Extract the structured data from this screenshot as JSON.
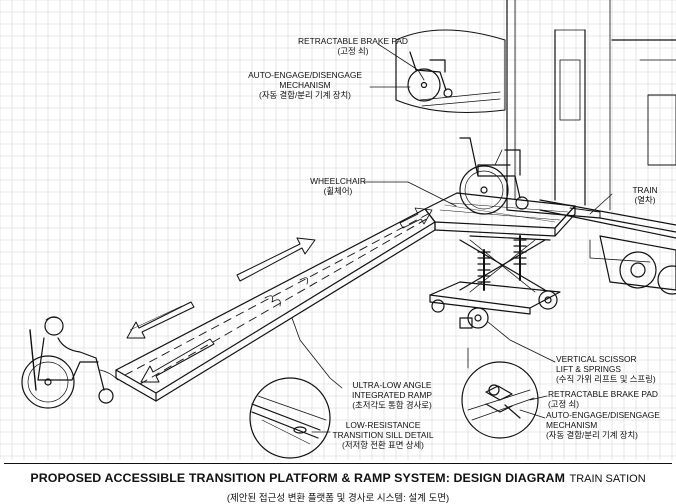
{
  "labels": {
    "brake_pad_top": {
      "en": "RETRACTABLE BRAKE PAD",
      "ko": "(고정 쇠)"
    },
    "auto_engage_top": {
      "en1": "AUTO-ENGAGE/DISENGAGE",
      "en2": "MECHANISM",
      "ko": "(자동 결합/분리 기계 장치)"
    },
    "wheelchair": {
      "en": "WHEELCHAIR",
      "ko": "(휠체어)"
    },
    "train": {
      "en": "TRAIN",
      "ko": "(열차)"
    },
    "scissor_lift": {
      "en1": "VERTICAL SCISSOR",
      "en2": "LIFT & SPRINGS",
      "ko": "(수직 가위 리프트 및 스프링)"
    },
    "brake_pad_bottom": {
      "en": "RETRACTABLE BRAKE PAD",
      "ko": "(고정 쇠)"
    },
    "auto_engage_bottom": {
      "en1": "AUTO-ENGAGE/DISENGAGE",
      "en2": "MECHANISM",
      "ko": "(자동 결합/분리 기계 장치)"
    },
    "ramp": {
      "en1": "ULTRA-LOW ANGLE",
      "en2": "INTEGRATED RAMP",
      "ko": "(초저각도 통합 경사로)"
    },
    "sill": {
      "en1": "LOW-RESISTANCE",
      "en2": "TRANSITION SILL DETAIL",
      "ko": "(저저항 전환 표면 상세)"
    }
  },
  "title": {
    "main": "PROPOSED ACCESSIBLE TRANSITION PLATFORM & RAMP SYSTEM: DESIGN DIAGRAM",
    "sub": "TRAIN SATION",
    "korean": "(제안된 접근성 변환 플랫폼 및 경사로 시스템: 설계 도면)"
  },
  "colors": {
    "ink": "#111111",
    "grid": "#d6d6d6",
    "paper": "#ffffff"
  }
}
